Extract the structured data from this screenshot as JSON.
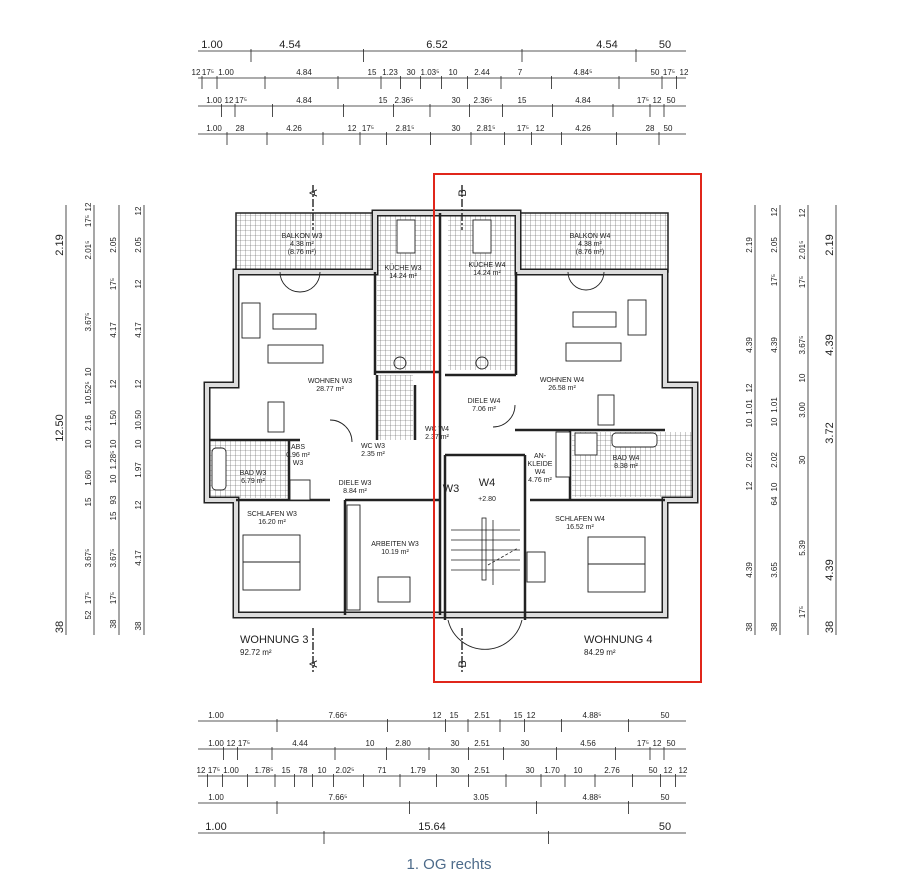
{
  "caption": "1. OG rechts",
  "colors": {
    "highlight": "#e0261b",
    "caption": "#4d6b8a",
    "lines": "#222222"
  },
  "rooms": [
    {
      "lines": [
        "BALKON W3",
        "4.38 m²",
        "(8.76 m²)"
      ]
    },
    {
      "lines": [
        "KÜCHE W3",
        "14.24 m²"
      ]
    },
    {
      "lines": [
        "WOHNEN W3",
        "28.77 m²"
      ]
    },
    {
      "lines": [
        "ABS",
        "0.96 m²",
        "W3"
      ]
    },
    {
      "lines": [
        "BAD W3",
        "6.79 m²"
      ]
    },
    {
      "lines": [
        "WC W3",
        "2.35 m²"
      ]
    },
    {
      "lines": [
        "DIELE W3",
        "8.84 m²"
      ]
    },
    {
      "lines": [
        "SCHLAFEN W3",
        "16.20 m²"
      ]
    },
    {
      "lines": [
        "ARBEITEN W3",
        "10.19 m²"
      ]
    },
    {
      "lines": [
        "WC W4",
        "2.37 m²"
      ]
    },
    {
      "lines": [
        "KÜCHE W4",
        "14.24 m²"
      ]
    },
    {
      "lines": [
        "BALKON W4",
        "4.38 m²",
        "(8.76 m²)"
      ]
    },
    {
      "lines": [
        "WOHNEN W4",
        "26.58 m²"
      ]
    },
    {
      "lines": [
        "DIELE W4",
        "7.06 m²"
      ]
    },
    {
      "lines": [
        "AN-",
        "KLEIDE",
        "W4",
        "4.76 m²"
      ]
    },
    {
      "lines": [
        "BAD W4",
        "8.38 m²"
      ]
    },
    {
      "lines": [
        "SCHLAFEN W4",
        "16.52 m²"
      ]
    }
  ],
  "units": [
    {
      "name": "WOHNUNG 3",
      "area": "92.72 m²"
    },
    {
      "name": "WOHNUNG 4",
      "area": "84.29 m²"
    }
  ],
  "stair": {
    "left": "W3",
    "right": "W4",
    "level": "+2.80"
  },
  "sections": {
    "a": "A",
    "b": "B"
  },
  "dims": {
    "top": [
      [
        "1.00",
        "4.54",
        "6.52",
        "4.54",
        "50"
      ],
      [
        "12",
        "17⁵",
        "1.00",
        "4.84",
        "15",
        "1.23",
        "30",
        "1.03⁵",
        "10",
        "2.44",
        "7",
        "4.84⁵",
        "50",
        "17⁵",
        "12"
      ],
      [
        "1.00",
        "12",
        "17⁵",
        "4.84",
        "15",
        "2.36⁵",
        "30",
        "2.36⁵",
        "15",
        "4.84",
        "17⁵",
        "12",
        "50"
      ],
      [
        "1.00",
        "28",
        "4.26",
        "12",
        "17⁵",
        "2.81⁵",
        "30",
        "2.81⁵",
        "17⁵",
        "12",
        "4.26",
        "28",
        "50"
      ]
    ],
    "bottom": [
      [
        "1.00",
        "7.66⁵",
        "12",
        "15",
        "2.51",
        "15",
        "12",
        "4.88⁵",
        "50"
      ],
      [
        "1.00",
        "12",
        "17⁵",
        "4.44",
        "10",
        "2.80",
        "30",
        "2.51",
        "30",
        "4.56",
        "17⁵",
        "12",
        "50"
      ],
      [
        "12",
        "17⁵",
        "1.00",
        "1.78⁵",
        "15",
        "78",
        "10",
        "2.02⁵",
        "71",
        "1.79",
        "30",
        "2.51",
        "30",
        "1.70",
        "10",
        "2.76",
        "50",
        "12",
        "12"
      ],
      [
        "1.00",
        "7.66⁵",
        "3.05",
        "4.88⁵",
        "50"
      ],
      [
        "1.00",
        "15.64",
        "50"
      ]
    ],
    "left": [
      [
        "2.19",
        "12.50",
        "38"
      ],
      [
        "12",
        "17⁵",
        "2.01⁵",
        "3.67⁵",
        "10",
        "10.52⁵",
        "2.16",
        "10",
        "1.60",
        "15",
        "3.67⁵",
        "17⁵",
        "52"
      ],
      [
        "2.05",
        "17⁵",
        "4.17",
        "12",
        "1.50",
        "10",
        "1.28⁵",
        "10",
        "93",
        "15",
        "3.67⁵",
        "17⁵",
        "38"
      ],
      [
        "12",
        "2.05",
        "12",
        "4.17",
        "12",
        "10.50",
        "10",
        "1.97",
        "12",
        "4.17",
        "38"
      ]
    ],
    "right": [
      [
        "2.19",
        "4.39",
        "12",
        "1.01",
        "10",
        "2.02",
        "12",
        "4.39",
        "38"
      ],
      [
        "12",
        "2.05",
        "17⁵",
        "4.39",
        "1.01",
        "10",
        "2.02",
        "10",
        "64",
        "3.65",
        "38"
      ],
      [
        "12",
        "2.01⁵",
        "17⁵",
        "3.67⁵",
        "10",
        "3.00",
        "30",
        "5.39",
        "17⁵"
      ],
      [
        "2.19",
        "4.39",
        "3.72",
        "4.39",
        "38"
      ]
    ]
  }
}
